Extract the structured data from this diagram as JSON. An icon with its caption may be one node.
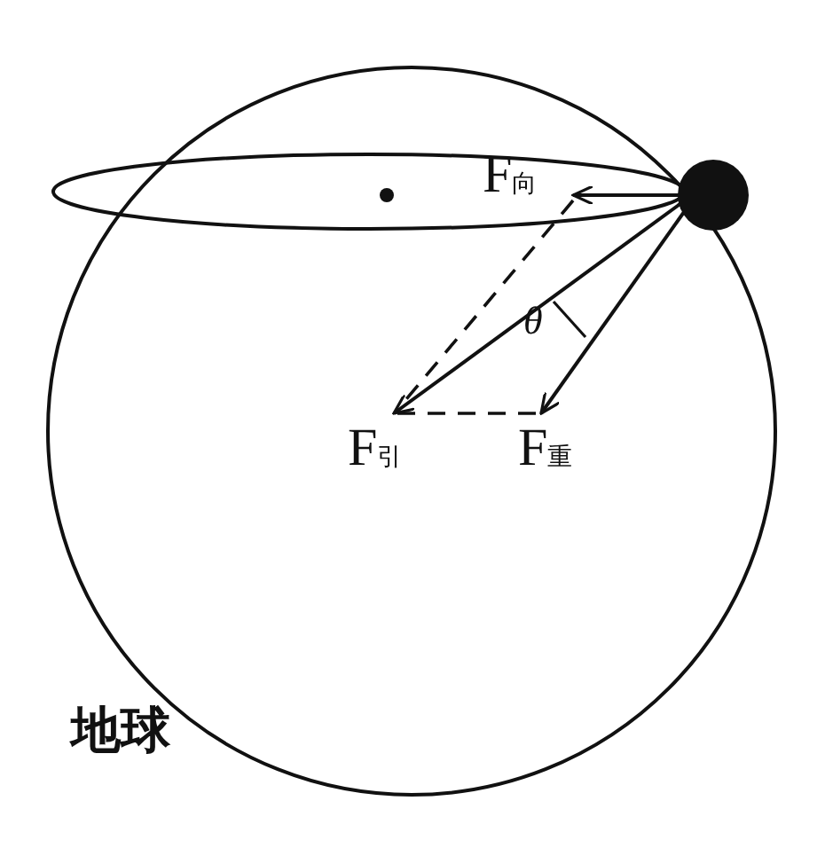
{
  "diagram": {
    "labels": [
      "F$_{向}$",
      "θ",
      "F$_{引}$",
      "F$_{重}$",
      "地球"
    ]
  }
}
